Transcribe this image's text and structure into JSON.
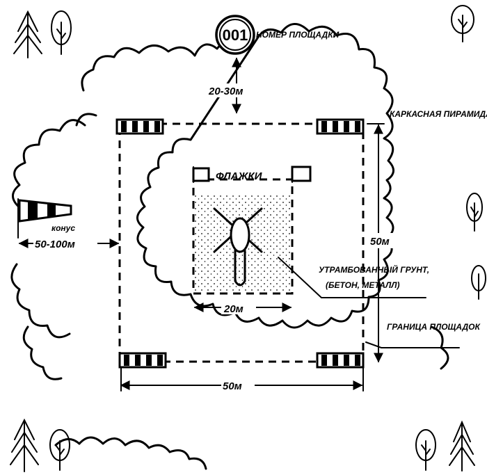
{
  "site_number": "001",
  "labels": {
    "site_number_caption": "НОМЕР ПЛОЩАДКИ",
    "distance_to_number": "20-30м",
    "frame_pyramid": "КАРКАСНАЯ ПИРАМИДА",
    "flags": "ФЛАЖКИ",
    "cone": "конус",
    "cone_distance": "50-100м",
    "side_height": "50м",
    "compacted_ground": "УТРАМБОВАННЫЙ ГРУНТ,",
    "compacted_ground_alt": "(БЕТОН, МЕТАЛЛ)",
    "inner_width": "20м",
    "boundary": "ГРАНИЦА ПЛОЩАДОК",
    "outer_width": "50м"
  },
  "icons": {
    "pyramid": "striped-marker",
    "tree_conifer": "fir-tree-icon",
    "tree_deciduous": "deciduous-tree-icon",
    "windsock": "windsock-icon",
    "helicopter": "helicopter-icon"
  },
  "colors": {
    "ink": "#000000",
    "paper": "#ffffff"
  }
}
